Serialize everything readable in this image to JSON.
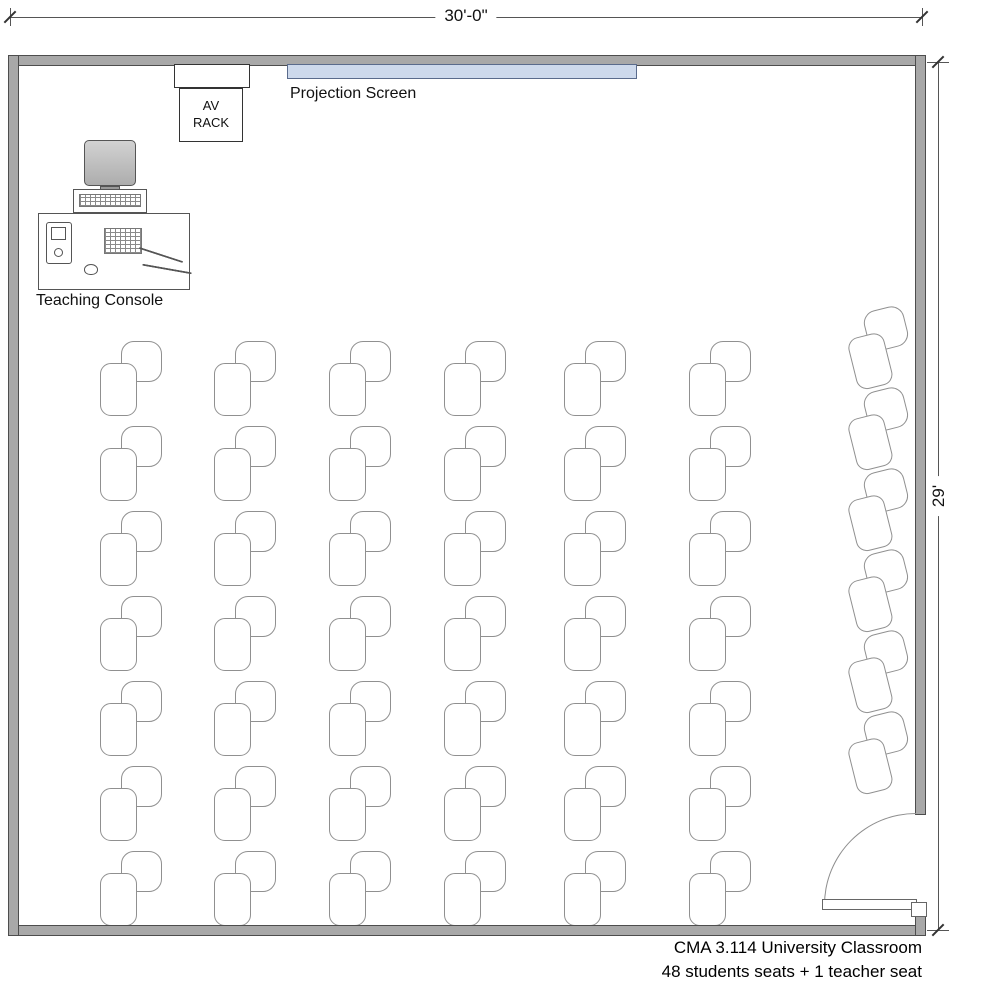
{
  "dimensions": {
    "width_label": "30'-0\"",
    "height_label": "29'"
  },
  "labels": {
    "av_rack_line1": "AV",
    "av_rack_line2": "RACK",
    "projection_screen": "Projection Screen",
    "teaching_console": "Teaching Console"
  },
  "caption": {
    "line1": "CMA 3.114 University Classroom",
    "line2": "48 students seats + 1 teacher seat"
  },
  "seating": {
    "grid_rows": 7,
    "grid_cols": 6,
    "side_column_count": 6,
    "total_student_seats": 48,
    "teacher_seats": 1
  },
  "colors": {
    "wall": "#a8a8a8",
    "wall_edge": "#4d4d4d",
    "screen_fill": "#cdd9ec",
    "screen_border": "#5a6b8c",
    "chair_outline": "#909090",
    "dim_line": "#555555",
    "text": "#111111"
  }
}
